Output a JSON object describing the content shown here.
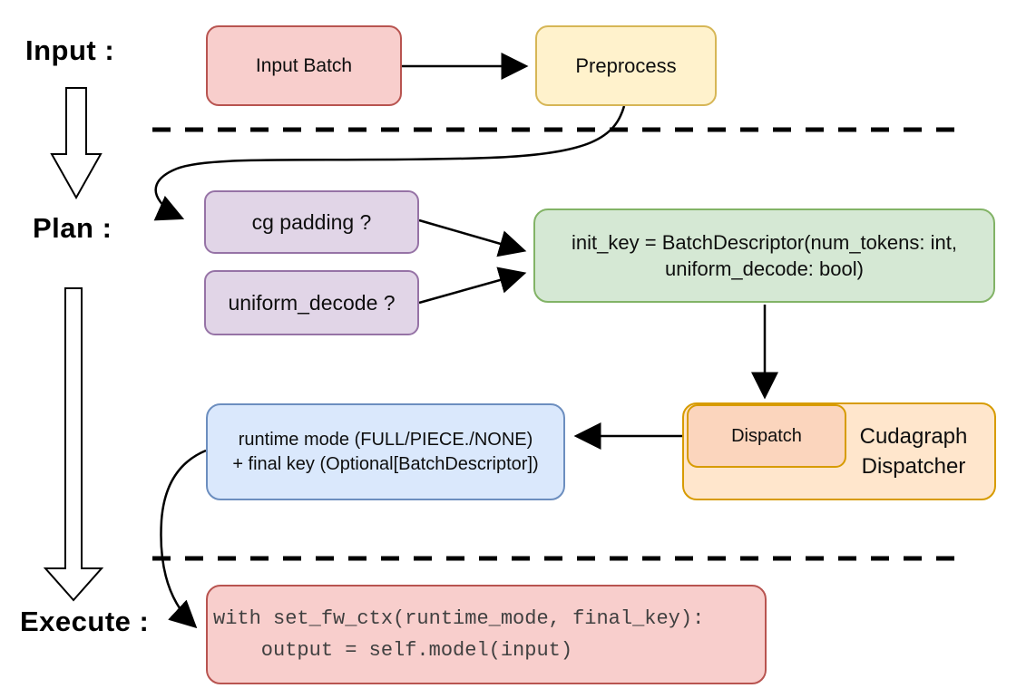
{
  "sections": {
    "input": {
      "label": "Input :"
    },
    "plan": {
      "label": "Plan :"
    },
    "execute": {
      "label": "Execute :"
    }
  },
  "nodes": {
    "input_batch": {
      "label": "Input Batch",
      "fill": "#f8cecc",
      "stroke": "#b85450"
    },
    "preprocess": {
      "label": "Preprocess",
      "fill": "#fff2cc",
      "stroke": "#d6b656"
    },
    "cg_padding": {
      "label": "cg padding ?",
      "fill": "#e1d5e7",
      "stroke": "#9673a6"
    },
    "uniform_decode": {
      "label": "uniform_decode ?",
      "fill": "#e1d5e7",
      "stroke": "#9673a6"
    },
    "init_key": {
      "line1": "init_key = BatchDescriptor(num_tokens: int,",
      "line2": "uniform_decode: bool)",
      "fill": "#d5e8d4",
      "stroke": "#82b366"
    },
    "cudagraph_dispatcher": {
      "line1": "Cudagraph",
      "line2": "Dispatcher",
      "fill": "#ffe6cc",
      "stroke": "#d79b00"
    },
    "dispatch": {
      "label": "Dispatch",
      "fill": "#fbd5bd",
      "stroke": "#d79b00"
    },
    "runtime_mode": {
      "line1": "runtime mode (FULL/PIECE./NONE)",
      "line2": "+ final key (Optional[BatchDescriptor])",
      "fill": "#dae8fc",
      "stroke": "#6c8ebf"
    },
    "execute_code": {
      "line1": "with set_fw_ctx(runtime_mode, final_key):",
      "line2": "    output = self.model(input)",
      "fill": "#f8cecc",
      "stroke": "#b85450",
      "text_color": "#404040"
    }
  },
  "connectors": {
    "arrow_color": "#000000",
    "divider_color": "#000000"
  }
}
